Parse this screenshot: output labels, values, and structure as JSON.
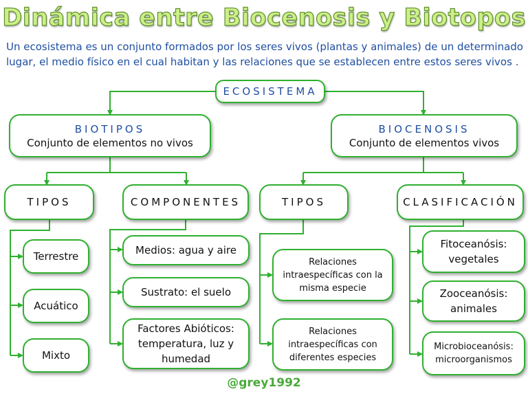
{
  "title": "Dinámica entre Biocenosis y Biotopos",
  "intro": "Un ecosistema es un conjunto formados por los seres vivos (plantas y animales) de un determinado lugar, el medio físico en el cual habitan y las relaciones que se establecen entre estos seres vivos .",
  "root": "ECOSISTEMA",
  "biotipos": {
    "head": "BIOTIPOS",
    "desc": "Conjunto de elementos no vivos"
  },
  "biocenosis": {
    "head": "BIOCENOSIS",
    "desc": "Conjunto de elementos vivos"
  },
  "bio_tipos": {
    "head": "TIPOS",
    "items": [
      "Terrestre",
      "Acuático",
      "Mixto"
    ]
  },
  "componentes": {
    "head": "COMPONENTES",
    "items": [
      "Medios: agua y aire",
      "Sustrato: el suelo",
      "Factores Abióticos: temperatura, luz y humedad"
    ]
  },
  "bioc_tipos": {
    "head": "TIPOS",
    "items": [
      "Relaciones intraespecíficas con la misma especie",
      "Relaciones intraespecíficas con diferentes especies"
    ]
  },
  "clasificacion": {
    "head": "CLASIFICACIÓN",
    "items": [
      "Fitoceanósis: vegetales",
      "Zooceanósis: animales",
      "Microbioceanósis: microorganismos"
    ]
  },
  "footer": "@grey1992",
  "colors": {
    "border": "#2fb02f",
    "heading": "#1f4fa0",
    "title_fill": "#ccef88"
  }
}
